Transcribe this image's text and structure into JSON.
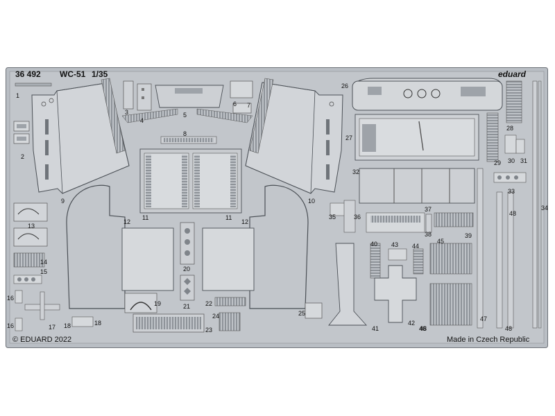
{
  "header": {
    "set_number": "36 492",
    "model": "WC-51",
    "scale": "1/35",
    "brand": "eduard"
  },
  "footer": {
    "copyright": "© EDUARD 2022",
    "origin": "Made in Czech Republic"
  },
  "part_numbers": [
    "1",
    "2",
    "3",
    "4",
    "5",
    "6",
    "7",
    "8",
    "9",
    "10",
    "11",
    "11",
    "12",
    "12",
    "13",
    "14",
    "15",
    "16",
    "16",
    "17",
    "18",
    "18",
    "19",
    "20",
    "21",
    "22",
    "23",
    "24",
    "25",
    "26",
    "27",
    "28",
    "29",
    "30",
    "31",
    "32",
    "33",
    "34",
    "35",
    "36",
    "37",
    "38",
    "39",
    "40",
    "41",
    "42",
    "43",
    "44",
    "45",
    "46",
    "47",
    "48",
    "48",
    "48"
  ]
}
